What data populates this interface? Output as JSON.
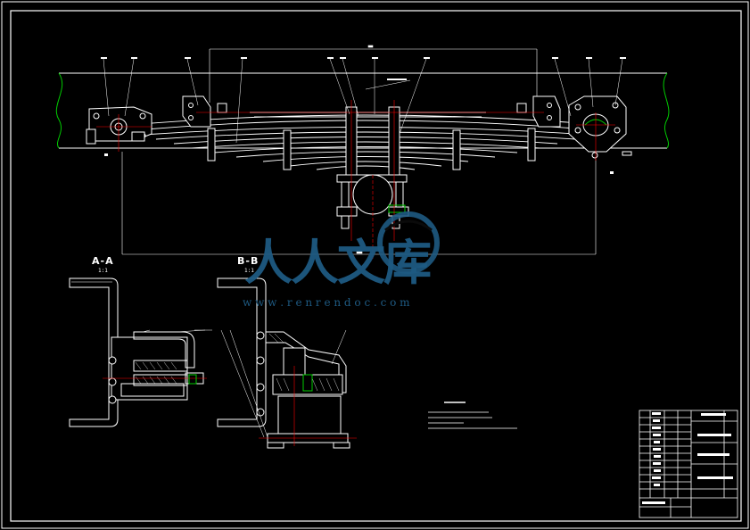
{
  "drawing": {
    "background": "#000000",
    "line_color": "#ffffff",
    "centerline_color": "#ff0000",
    "accent_color": "#00cc00"
  },
  "sections": [
    {
      "title": "A-A",
      "scale": "1:1"
    },
    {
      "title": "B-B",
      "scale": "1:1"
    }
  ],
  "watermark": {
    "chinese": "人人文库",
    "url": "w w w . r e n r e n d o c . c o m",
    "color": "#1e5a82"
  }
}
